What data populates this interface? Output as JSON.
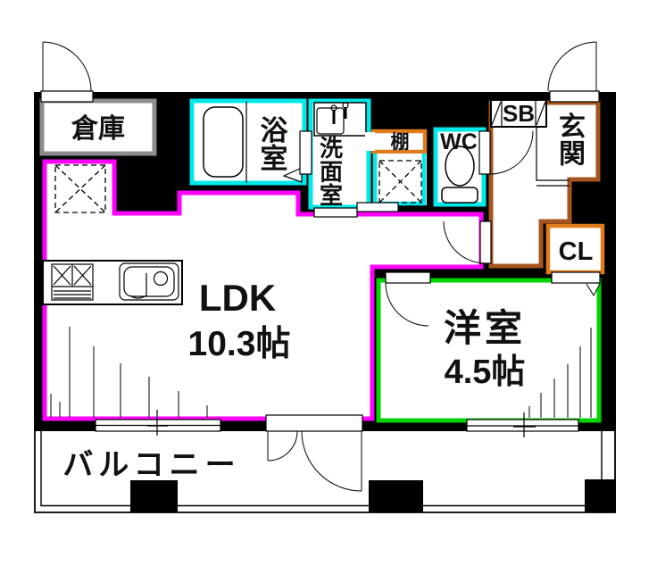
{
  "plan": {
    "rooms": {
      "storage": "倉庫",
      "bath": "浴室",
      "washroom": "洗面室",
      "shelf": "棚",
      "toilet": "WC",
      "shoe_box": "SB",
      "entrance": "玄関",
      "closet": "CL",
      "ldk_name": "LDK",
      "ldk_size": "10.3帖",
      "western_name": "洋室",
      "western_size": "4.5帖",
      "balcony": "バルコニー"
    },
    "colors": {
      "wall": "#000000",
      "ldk_outline": "#ff00ff",
      "wet_area_outline": "#00e9e9",
      "western_outline": "#00d300",
      "hall_outline": "#a5541e",
      "shelf_outline": "#e07c1c",
      "closet_outline": "#e07c1c",
      "storage_outline": "#8c8c8c"
    }
  }
}
